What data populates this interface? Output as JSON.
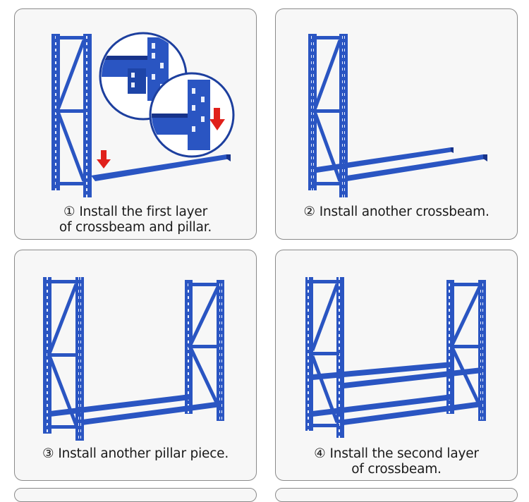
{
  "steps": [
    {
      "number": "①",
      "line1": "Install the first layer",
      "line2": "of crossbeam and pillar."
    },
    {
      "number": "②",
      "line1": "Install another crossbeam.",
      "line2": ""
    },
    {
      "number": "③",
      "line1": "Install another pillar piece.",
      "line2": ""
    },
    {
      "number": "④",
      "line1": "Install the second layer",
      "line2": "of crossbeam."
    }
  ],
  "colors": {
    "rack_blue": "#2a55c2",
    "rack_dark": "#17338a",
    "arrow_red": "#e0201b",
    "card_border": "#8a8a8a"
  },
  "icons": [
    "down-arrow-icon",
    "magnify-detail-icon"
  ]
}
